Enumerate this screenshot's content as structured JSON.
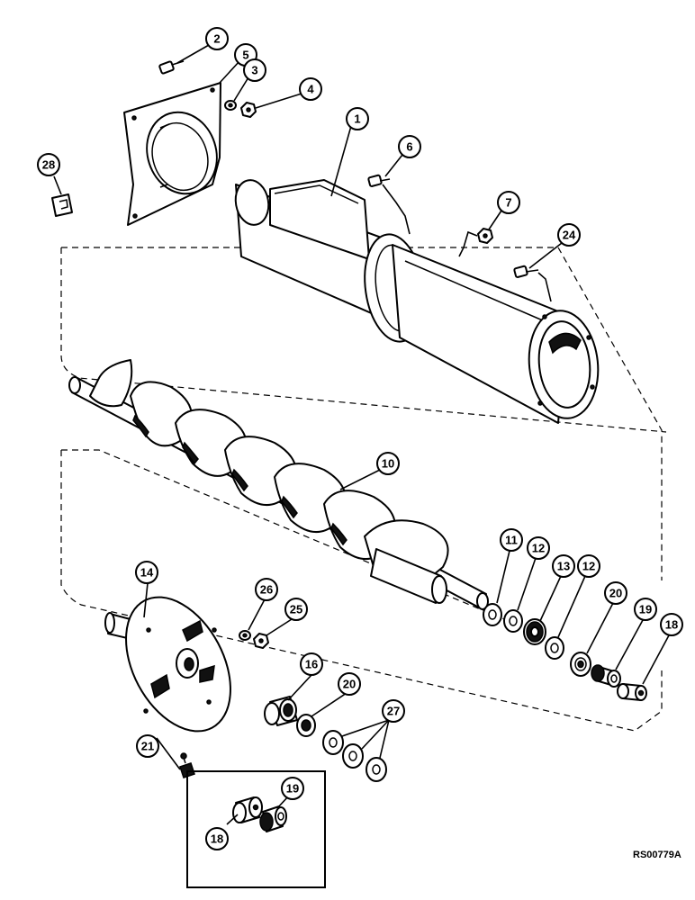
{
  "callouts": {
    "c1": "1",
    "c2": "2",
    "c3": "3",
    "c4": "4",
    "c5": "5",
    "c6": "6",
    "c7": "7",
    "c10": "10",
    "c11": "11",
    "c12a": "12",
    "c12b": "12",
    "c13": "13",
    "c14": "14",
    "c16": "16",
    "c18a": "18",
    "c18b": "18",
    "c19a": "19",
    "c19b": "19",
    "c20a": "20",
    "c20b": "20",
    "c21": "21",
    "c24": "24",
    "c25": "25",
    "c26": "26",
    "c27": "27",
    "c28": "28"
  },
  "reference_code": "RS00779A"
}
